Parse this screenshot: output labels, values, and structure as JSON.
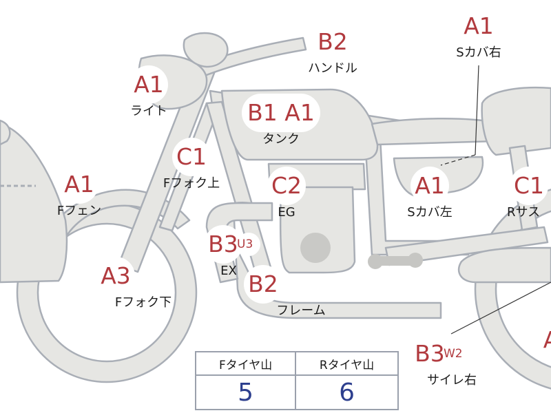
{
  "colors": {
    "body_fill": "#e6e6e3",
    "body_stroke": "#a9aeb6",
    "grade_text": "#b13a3e",
    "label_text": "#1a1a1a",
    "table_border": "#9aa0ac",
    "table_value": "#2d3f8e"
  },
  "annotations": [
    {
      "id": "s-cover-right",
      "grade": "A1",
      "label": "Sカバ右"
    },
    {
      "id": "handle",
      "grade": "B2",
      "label": "ハンドル"
    },
    {
      "id": "light",
      "grade": "A1",
      "label": "ライト"
    },
    {
      "id": "tank",
      "grade": "B1 A1",
      "label": "タンク"
    },
    {
      "id": "front-fork-upper",
      "grade": "C1",
      "label": "Fフォク上"
    },
    {
      "id": "front-fender",
      "grade": "A1",
      "label": "Fフェン"
    },
    {
      "id": "engine",
      "grade": "C2",
      "label": "EG"
    },
    {
      "id": "s-cover-left",
      "grade": "A1",
      "label": "Sカバ左"
    },
    {
      "id": "rear-suspension",
      "grade": "C1",
      "label": "Rサス"
    },
    {
      "id": "exhaust",
      "grade": "B3",
      "sub": "U3",
      "label": "EX"
    },
    {
      "id": "front-fork-lower",
      "grade": "A3",
      "label": "Fフォク下"
    },
    {
      "id": "frame",
      "grade": "B2",
      "label": "フレーム"
    },
    {
      "id": "silencer-right",
      "grade": "B3",
      "sub": "W2",
      "label": "サイレ右"
    },
    {
      "id": "rear-edge",
      "grade": "A",
      "label": ""
    }
  ],
  "tire_table": {
    "headers": [
      "Fタイヤ山",
      "Rタイヤ山"
    ],
    "values": [
      "5",
      "6"
    ]
  }
}
